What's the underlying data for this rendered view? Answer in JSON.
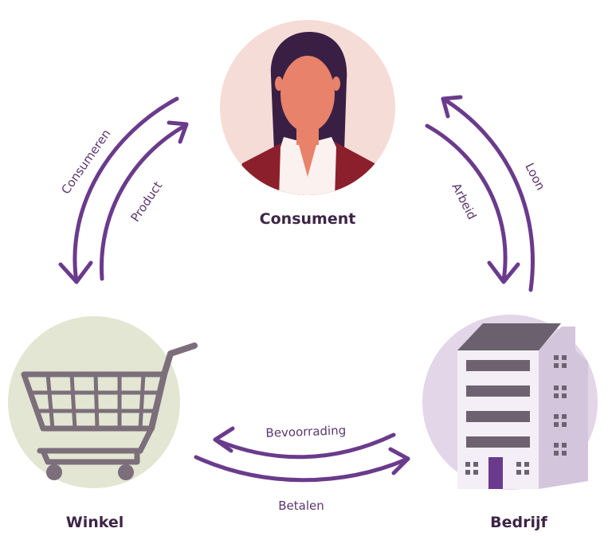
{
  "nodes": {
    "consument": {
      "label": "Consument",
      "circle_color": "#f6dcd6"
    },
    "winkel": {
      "label": "Winkel",
      "circle_color": "#e2e6d2"
    },
    "bedrijf": {
      "label": "Bedrijf",
      "circle_color": "#e2d6e8"
    }
  },
  "edges": {
    "consumeren": {
      "label": "Consumeren",
      "from": "Consument",
      "to": "Winkel"
    },
    "product": {
      "label": "Product",
      "from": "Winkel",
      "to": "Consument"
    },
    "arbeid": {
      "label": "Arbeid",
      "from": "Consument",
      "to": "Bedrijf"
    },
    "loon": {
      "label": "Loon",
      "from": "Bedrijf",
      "to": "Consument"
    },
    "bevoorrading": {
      "label": "Bevoorrading",
      "from": "Bedrijf",
      "to": "Winkel"
    },
    "betalen": {
      "label": "Betalen",
      "from": "Winkel",
      "to": "Bedrijf"
    }
  },
  "colors": {
    "arrow": "#6a3b8c",
    "label_text": "#3d2545",
    "edge_text": "#5b3570",
    "hair": "#3a1f45",
    "skin": "#e8826a",
    "jacket": "#8c1f2c",
    "shirt": "#fbf1ee",
    "cart": "#7c6e7a",
    "building_front": "#f4eff6",
    "building_side": "#d3c6dc",
    "building_roof": "#6a606e",
    "building_band": "#6e6270",
    "door": "#6a3b8c"
  }
}
